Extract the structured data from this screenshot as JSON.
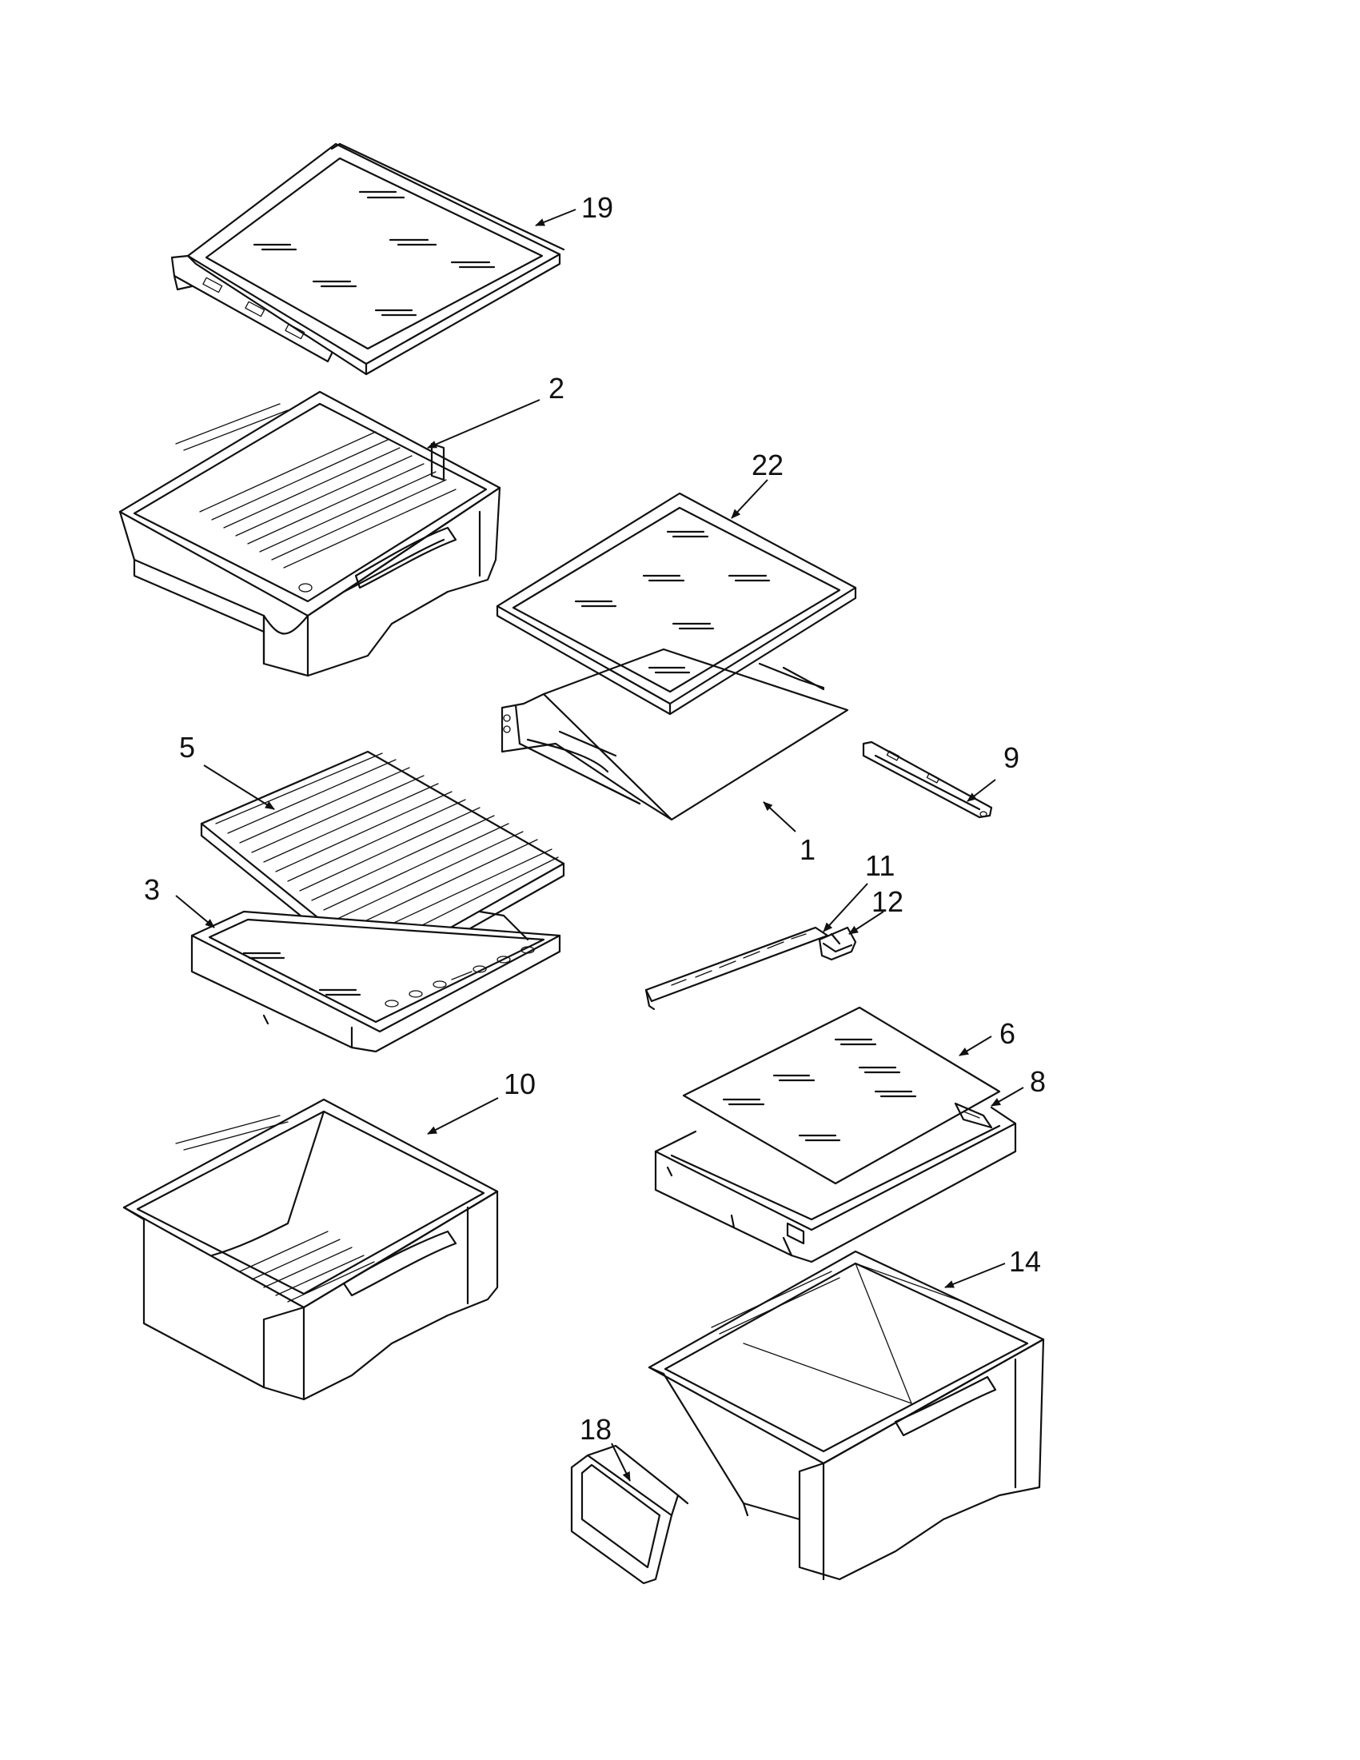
{
  "diagram": {
    "part_numbers": {
      "p19": "19",
      "p2": "2",
      "p22": "22",
      "p5": "5",
      "p9": "9",
      "p1": "1",
      "p11": "11",
      "p12": "12",
      "p3": "3",
      "p6": "6",
      "p10": "10",
      "p8": "8",
      "p14": "14",
      "p18": "18"
    }
  }
}
